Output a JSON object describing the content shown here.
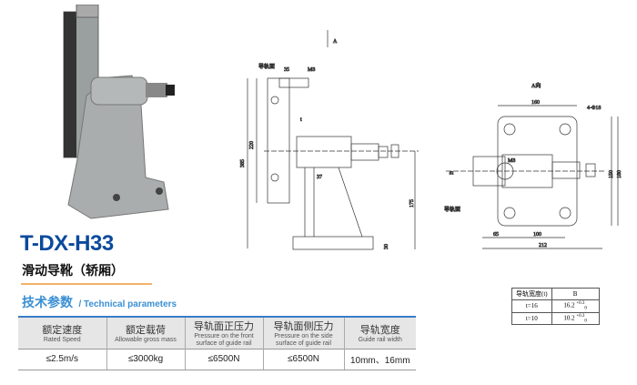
{
  "product": {
    "model": "T-DX-H33",
    "subtitle": "滑动导靴（轿厢）"
  },
  "section": {
    "title_zh": "技术参数",
    "title_en": "/ Technical parameters"
  },
  "spec_table": {
    "headers": [
      {
        "zh": "额定速度",
        "en": "Rated Speed"
      },
      {
        "zh": "额定载荷",
        "en": "Allowable gross mass"
      },
      {
        "zh": "导轨面正压力",
        "en": "Pressure on the front surface of guide rail"
      },
      {
        "zh": "导轨面侧压力",
        "en": "Pressure on the side surface of guide rail"
      },
      {
        "zh": "导轨宽度",
        "en": "Guide rail width"
      }
    ],
    "values": [
      "≤2.5m/s",
      "≤3000kg",
      "≤6500N",
      "≤6500N",
      "10mm、16mm"
    ]
  },
  "rail_table": {
    "header": [
      "导轨宽度(t)",
      "B"
    ],
    "rows": [
      [
        "t=16",
        "16.2",
        "+0.3",
        "0"
      ],
      [
        "t=10",
        "10.2",
        "+0.3",
        "0"
      ]
    ]
  },
  "drawing_side": {
    "view_arrow": "A",
    "rail_face": "导轨面",
    "dims": [
      "35",
      "M8",
      "220",
      "385",
      "37",
      "175",
      "30",
      "t"
    ]
  },
  "drawing_front": {
    "view_label": "A向",
    "rail_face": "导轨面",
    "dims": [
      "160",
      "4-Φ18",
      "M8",
      "150",
      "180",
      "65",
      "100",
      "212",
      "B"
    ]
  }
}
